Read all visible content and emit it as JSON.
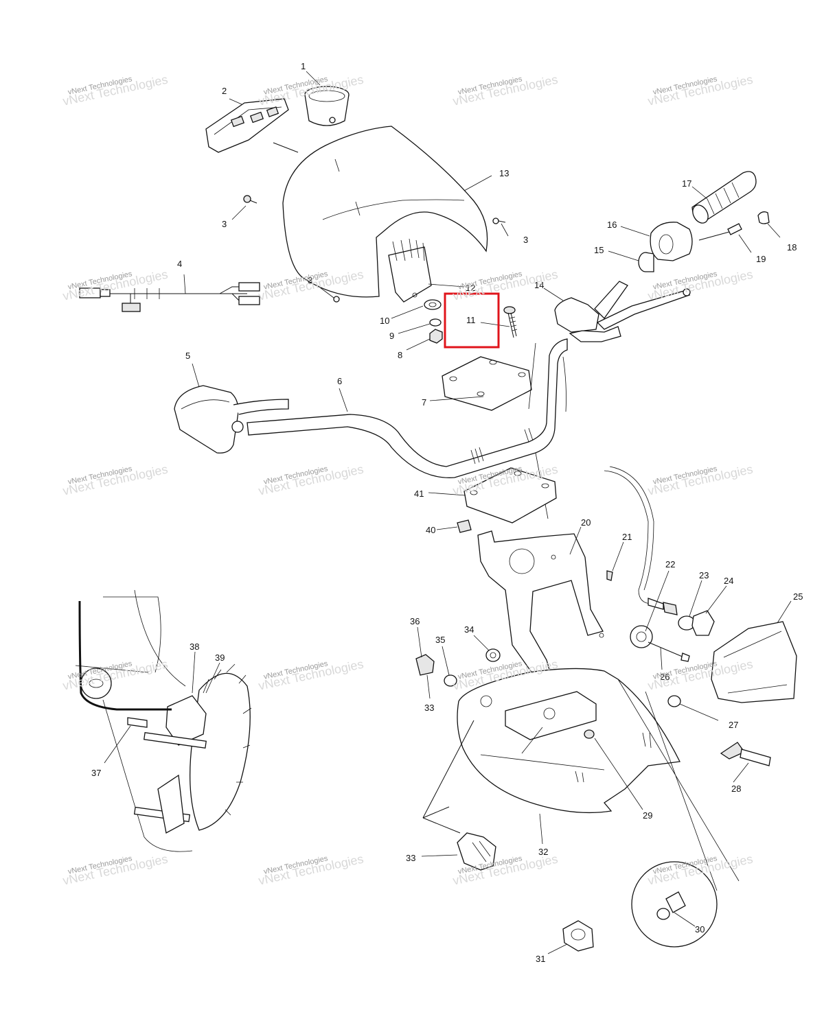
{
  "watermark": {
    "line1": "vNext Technologies",
    "line2": "vNext Technologies"
  },
  "highlight": {
    "color": "#e0141b",
    "part": "11"
  },
  "callouts": [
    {
      "id": "c1",
      "text": "1"
    },
    {
      "id": "c2",
      "text": "2"
    },
    {
      "id": "c3a",
      "text": "3"
    },
    {
      "id": "c3b",
      "text": "3"
    },
    {
      "id": "c3c",
      "text": "3"
    },
    {
      "id": "c4",
      "text": "4"
    },
    {
      "id": "c5",
      "text": "5"
    },
    {
      "id": "c6",
      "text": "6"
    },
    {
      "id": "c7",
      "text": "7"
    },
    {
      "id": "c8",
      "text": "8"
    },
    {
      "id": "c9",
      "text": "9"
    },
    {
      "id": "c10",
      "text": "10"
    },
    {
      "id": "c11",
      "text": "11"
    },
    {
      "id": "c12",
      "text": "12"
    },
    {
      "id": "c13",
      "text": "13"
    },
    {
      "id": "c14",
      "text": "14"
    },
    {
      "id": "c15",
      "text": "15"
    },
    {
      "id": "c16",
      "text": "16"
    },
    {
      "id": "c17",
      "text": "17"
    },
    {
      "id": "c18",
      "text": "18"
    },
    {
      "id": "c19",
      "text": "19"
    },
    {
      "id": "c20",
      "text": "20"
    },
    {
      "id": "c21",
      "text": "21"
    },
    {
      "id": "c22",
      "text": "22"
    },
    {
      "id": "c23",
      "text": "23"
    },
    {
      "id": "c24",
      "text": "24"
    },
    {
      "id": "c25",
      "text": "25"
    },
    {
      "id": "c26",
      "text": "26"
    },
    {
      "id": "c27",
      "text": "27"
    },
    {
      "id": "c28",
      "text": "28"
    },
    {
      "id": "c29",
      "text": "29"
    },
    {
      "id": "c30",
      "text": "30"
    },
    {
      "id": "c31",
      "text": "31"
    },
    {
      "id": "c32",
      "text": "32"
    },
    {
      "id": "c33a",
      "text": "33"
    },
    {
      "id": "c33b",
      "text": "33"
    },
    {
      "id": "c34",
      "text": "34"
    },
    {
      "id": "c35",
      "text": "35"
    },
    {
      "id": "c36",
      "text": "36"
    },
    {
      "id": "c37",
      "text": "37"
    },
    {
      "id": "c38",
      "text": "38"
    },
    {
      "id": "c39",
      "text": "39"
    },
    {
      "id": "c40",
      "text": "40"
    },
    {
      "id": "c41",
      "text": "41"
    }
  ]
}
